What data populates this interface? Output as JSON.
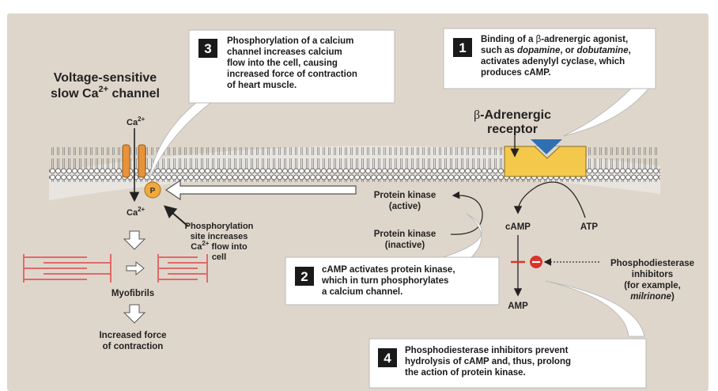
{
  "channel": {
    "title_line1": "Voltage-sensitive",
    "title_line2_prefix": "slow Ca",
    "title_line2_sup": "2+",
    "title_line2_suffix": " channel",
    "ion_top": "Ca",
    "ion_top_sup": "2+",
    "ion_bottom": "Ca",
    "ion_bottom_sup": "2+",
    "phospho_marker": "P"
  },
  "phospho_site": {
    "line1": "Phosphorylation",
    "line2": "site increases",
    "line3_prefix": "Ca",
    "line3_sup": "2+",
    "line3_suffix": " flow into",
    "line4": "cell"
  },
  "receptor": {
    "line1_prefix": "β",
    "line1_suffix": "-Adrenergic",
    "line2": "receptor"
  },
  "kinase": {
    "active_line1": "Protein kinase",
    "active_line2": "(active)",
    "inactive_line1": "Protein kinase",
    "inactive_line2": "(inactive)"
  },
  "metabolites": {
    "camp": "cAMP",
    "atp": "ATP",
    "amp": "AMP"
  },
  "inhibitor_label": {
    "line1": "Phosphodiesterase",
    "line2": "inhibitors",
    "line3": "(for example,",
    "line4": "milrinone",
    "line4_suffix": ")"
  },
  "myofibrils": {
    "label": "Myofibrils",
    "result_line1": "Increased force",
    "result_line2": "of contraction"
  },
  "steps": [
    {
      "number": "1",
      "line1_prefix": "Binding of a ",
      "line1_beta": "β",
      "line1_suffix": "-adrenergic agonist,",
      "line2_prefix": "such as ",
      "line2_em1": "dopamine",
      "line2_mid": ", or ",
      "line2_em2": "dobutamine",
      "line2_suffix": ",",
      "line3": "activates adenylyl cyclase, which",
      "line4": "produces cAMP."
    },
    {
      "number": "2",
      "line1": "cAMP activates protein kinase,",
      "line2": "which in turn phosphorylates",
      "line3": "a calcium channel."
    },
    {
      "number": "3",
      "line1": "Phosphorylation of a calcium",
      "line2": "channel increases calcium",
      "line3": "flow into the cell, causing",
      "line4": "increased force of contraction",
      "line5": "of heart muscle."
    },
    {
      "number": "4",
      "line1": "Phosphodiesterase inhibitors prevent",
      "line2": "hydrolysis of cAMP and, thus, prolong",
      "line3": "the action of protein kinase."
    }
  ],
  "colors": {
    "background": "#dfd6cb",
    "channel_orange": "#e8923a",
    "receptor_yellow": "#f4c84a",
    "agonist_blue": "#2f6fb3",
    "inhibitor_red": "#d9342b",
    "myofibril_red": "#e06a6a",
    "phospho_orange": "#f2a93b"
  }
}
